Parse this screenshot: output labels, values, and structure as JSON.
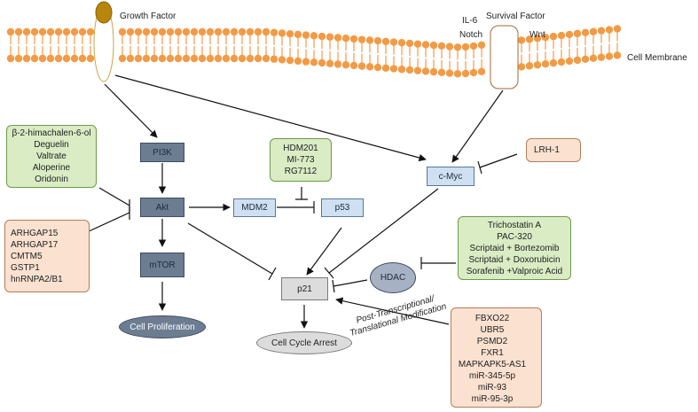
{
  "membrane": {
    "label": "Cell Membrane",
    "growth_factor": "Growth Factor",
    "survival_factor": "Survival Factor",
    "il6": "IL-6",
    "notch": "Notch",
    "wnt": "Wnt"
  },
  "nodes": {
    "pi3k": "PI3K",
    "akt": "Akt",
    "mtor": "mTOR",
    "mdm2": "MDM2",
    "p53": "p53",
    "p21": "p21",
    "cmyc": "c-Myc",
    "hdac": "HDAC",
    "cell_proliferation": "Cell Proliferation",
    "cell_cycle_arrest": "Cell Cycle Arrest"
  },
  "boxes": {
    "akt_inhibitors": [
      "β-2-himachalen-6-ol",
      "Deguelin",
      "Valtrate",
      "Aloperine",
      "Oridonin"
    ],
    "akt_regulators": [
      "ARHGAP15",
      "ARHGAP17",
      "CMTM5",
      "GSTP1",
      "hnRNPA2/B1"
    ],
    "mdm2_inhibitors": [
      "HDM201",
      "MI-773",
      "RG7112"
    ],
    "lrh1": "LRH-1",
    "hdac_inhibitors": [
      "Trichostatin A",
      "PAC-320",
      "Scriptaid + Bortezomib",
      "Scriptaid + Doxorubicin",
      "Sorafenib +Valproic Acid"
    ],
    "p21_regulators": [
      "FBXO22",
      "UBR5",
      "PSMD2",
      "FXR1",
      "MAPKAPK5-AS1",
      "miR-345-5p",
      "miR-93",
      "miR-95-3p"
    ]
  },
  "annotation": {
    "line1": "Post-Transcriptional/",
    "line2": "Translational Modification"
  },
  "colors": {
    "lipid_head": "#f39a45",
    "growth_factor_ligand": "#b8860b",
    "green_box": "#d9ecc4",
    "peach_box": "#fbe1d0",
    "dark_node": "#6c7d92",
    "light_node": "#cfe0f2",
    "down_arrow": "#3a55a0"
  }
}
